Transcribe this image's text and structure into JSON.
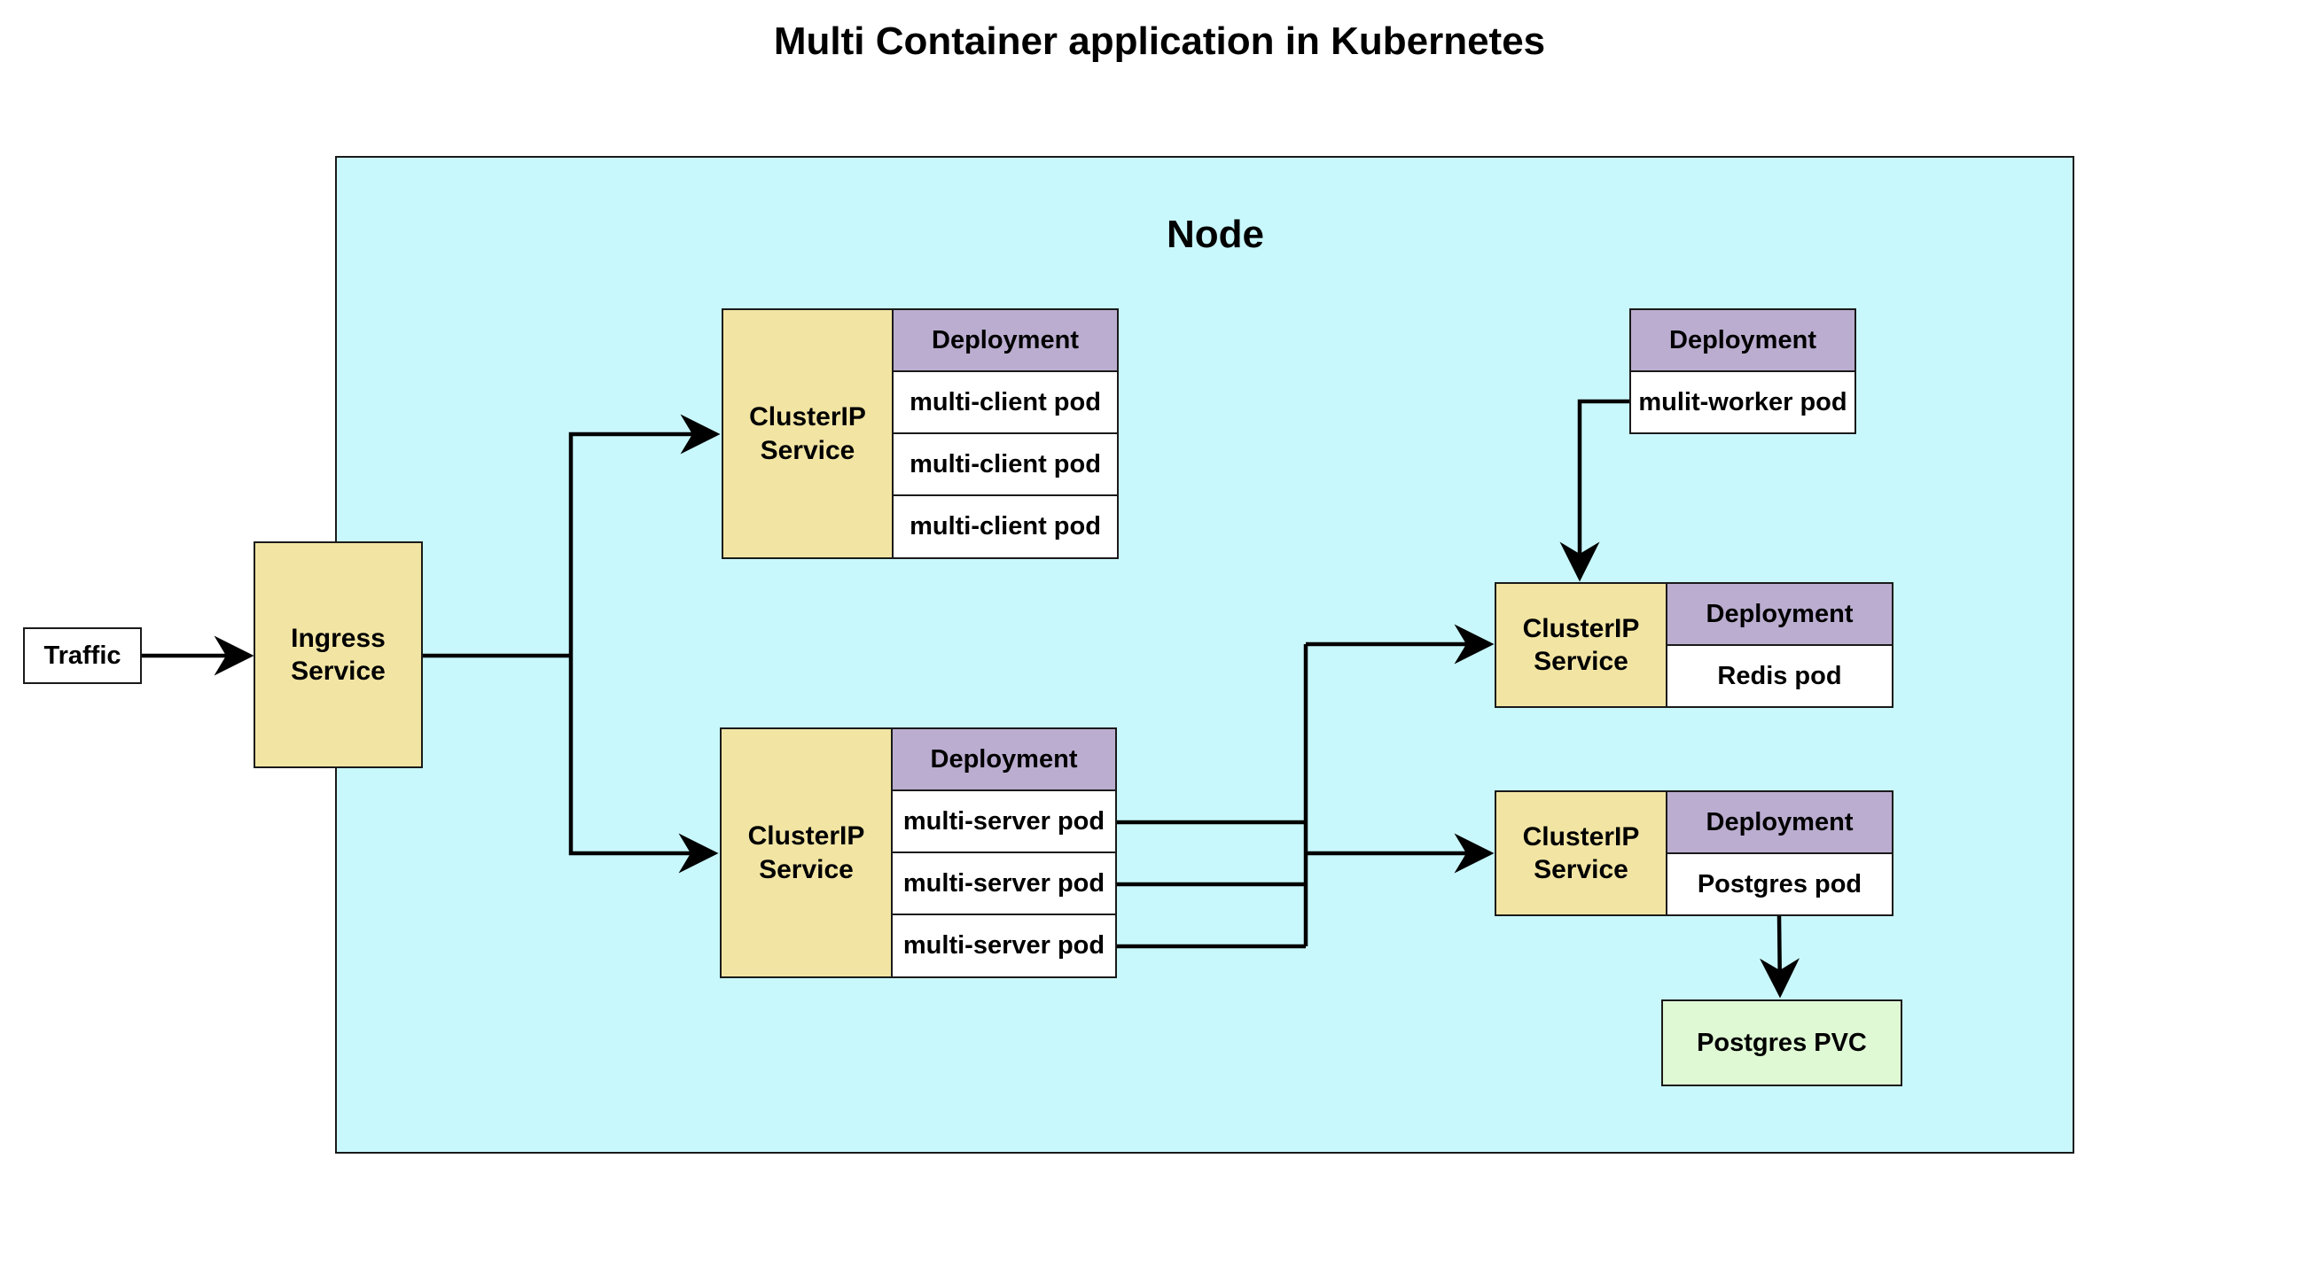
{
  "title": "Multi Container application in Kubernetes",
  "node": {
    "label": "Node"
  },
  "traffic": {
    "label": "Traffic"
  },
  "ingress": {
    "label": "Ingress\nService"
  },
  "client_group": {
    "service_label": "ClusterIP\nService",
    "deployment_label": "Deployment",
    "pods": [
      "multi-client pod",
      "multi-client pod",
      "multi-client pod"
    ]
  },
  "server_group": {
    "service_label": "ClusterIP\nService",
    "deployment_label": "Deployment",
    "pods": [
      "multi-server pod",
      "multi-server pod",
      "multi-server pod"
    ]
  },
  "worker_group": {
    "deployment_label": "Deployment",
    "pod": "mulit-worker pod"
  },
  "redis_group": {
    "service_label": "ClusterIP\nService",
    "deployment_label": "Deployment",
    "pod": "Redis pod"
  },
  "postgres_group": {
    "service_label": "ClusterIP\nService",
    "deployment_label": "Deployment",
    "pod": "Postgres pod"
  },
  "pvc": {
    "label": "Postgres PVC"
  },
  "colors": {
    "node_background": "#c9f8fc",
    "service": "#f2e5a3",
    "deployment": "#bbadd0",
    "pod": "#ffffff",
    "pvc": "#dff9d4",
    "line": "#000000"
  }
}
